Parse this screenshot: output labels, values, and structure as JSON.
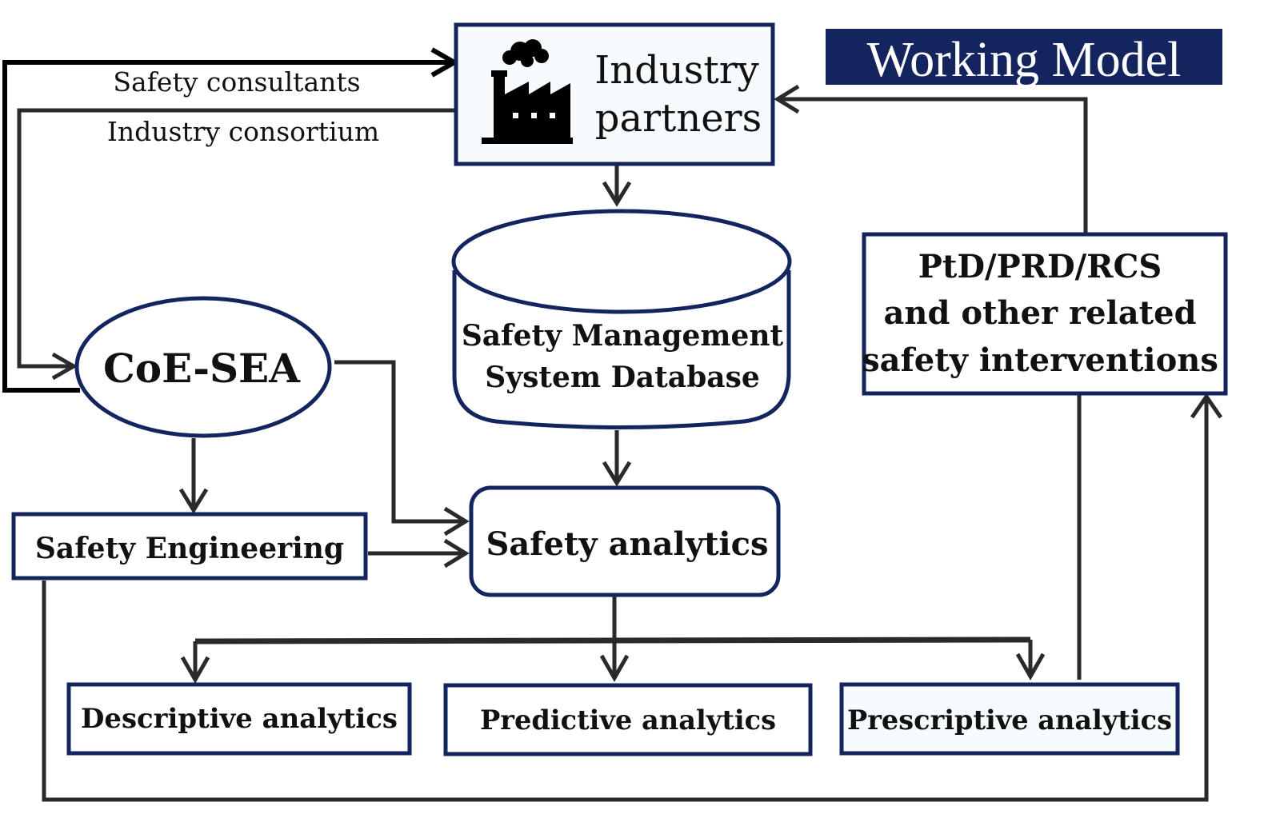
{
  "title": "Working Model",
  "colors": {
    "node_border": "#14245f",
    "title_bg": "#14245f",
    "title_text": "#ffffff",
    "edge": "#2a2a2a"
  },
  "nodes": {
    "industry_partners": {
      "line1": "Industry",
      "line2": "partners",
      "icon": "factory-icon"
    },
    "coe_sea": {
      "label": "CoE-SEA"
    },
    "smsd": {
      "line1": "Safety Management",
      "line2": "System Database"
    },
    "interventions": {
      "line1": "PtD/PRD/RCS",
      "line2": "and other related",
      "line3": "safety interventions"
    },
    "safety_engineering": {
      "label": "Safety Engineering"
    },
    "safety_analytics": {
      "label": "Safety analytics"
    },
    "descriptive": {
      "label": "Descriptive analytics"
    },
    "predictive": {
      "label": "Predictive analytics"
    },
    "prescriptive": {
      "label": "Prescriptive analytics"
    }
  },
  "edge_labels": {
    "safety_consultants": "Safety consultants",
    "industry_consortium": "Industry consortium"
  }
}
